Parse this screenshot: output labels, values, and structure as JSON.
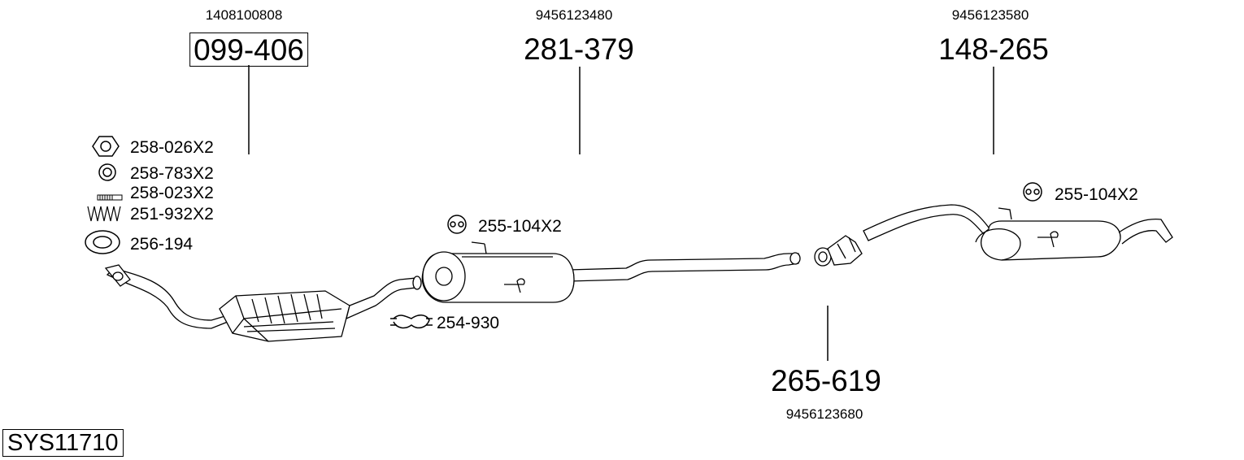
{
  "system_code": "SYS11710",
  "parts": [
    {
      "oe": "1408100808",
      "number": "099-406",
      "boxed": true
    },
    {
      "oe": "9456123480",
      "number": "281-379"
    },
    {
      "oe": "9456123580",
      "number": "148-265"
    },
    {
      "oe": "9456123680",
      "number": "265-619"
    }
  ],
  "accessories": {
    "nut": "258-026X2",
    "washer": "258-783X2",
    "bolt": "258-023X2",
    "spring": "251-932X2",
    "gasket": "256-194",
    "clamp": "254-930",
    "hanger_front": "255-104X2",
    "hanger_rear": "255-104X2"
  }
}
